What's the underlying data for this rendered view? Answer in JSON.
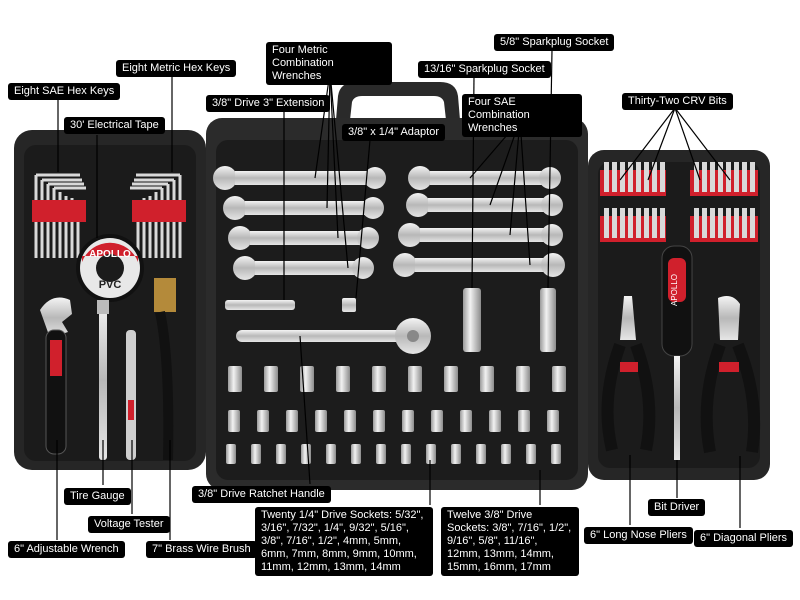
{
  "labels": {
    "sae_hex": "Eight SAE Hex Keys",
    "metric_hex": "Eight Metric Hex Keys",
    "tape": "30' Electrical Tape",
    "extension": "3/8\" Drive 3\" Extension",
    "metric_wrenches": "Four Metric Combination Wrenches",
    "adaptor": "3/8\" x 1/4\" Adaptor",
    "sparkplug_1316": "13/16\" Sparkplug Socket",
    "sparkplug_58": "5/8\" Sparkplug Socket",
    "sae_wrenches": "Four SAE Combination Wrenches",
    "crv_bits": "Thirty-Two CRV Bits",
    "tire_gauge": "Tire Gauge",
    "voltage_tester": "Voltage Tester",
    "adjustable_wrench": "6\" Adjustable Wrench",
    "brush": "7\" Brass Wire Brush",
    "ratchet": "3/8\" Drive Ratchet Handle",
    "quarter_sockets": "Twenty 1/4\" Drive Sockets: 5/32\", 3/16\", 7/32\", 1/4\", 9/32\", 5/16\", 3/8\", 7/16\", 1/2\", 4mm, 5mm, 6mm, 7mm, 8mm, 9mm, 10mm, 11mm, 12mm, 13mm, 14mm",
    "threeeighth_sockets": "Twelve 3/8\" Drive Sockets: 3/8\", 7/16\", 1/2\", 9/16\", 5/8\", 11/16\", 12mm, 13mm, 14mm, 15mm, 16mm, 17mm",
    "bit_driver": "Bit Driver",
    "long_nose": "6\" Long Nose Pliers",
    "diagonal": "6\" Diagonal Pliers"
  },
  "product_text": {
    "brand": "APOLLO",
    "tape_brand": "PVC"
  },
  "colors": {
    "case": "#262626",
    "tray": "#1a1a1a",
    "chrome": "#d8d8d8",
    "accent_red": "#d0202c",
    "label_bg": "#000000",
    "label_text": "#ffffff"
  }
}
